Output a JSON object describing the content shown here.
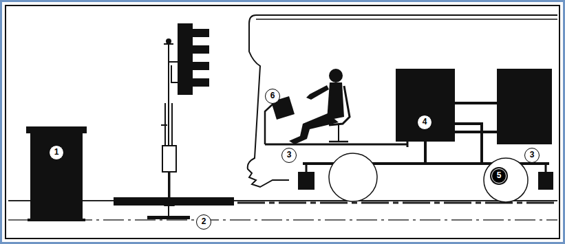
{
  "diagram": {
    "labels": [
      "1",
      "6",
      "4",
      "3",
      "5",
      "3",
      "2"
    ]
  }
}
